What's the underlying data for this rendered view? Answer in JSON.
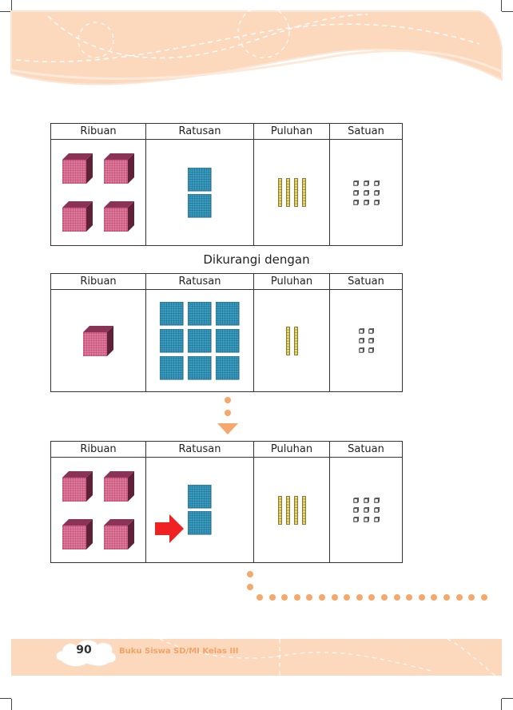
{
  "colors": {
    "accent_orange": "#f6a86a",
    "thousand_cube": "#c94f78",
    "hundred_flat": "#3a9fc4",
    "ten_rod": "#e7d86a",
    "unit_cube": "#555555",
    "red_arrow": "#ee2222"
  },
  "icons": [
    "thousand-cube-icon",
    "hundred-flat-icon",
    "ten-rod-icon",
    "unit-cube-icon",
    "arrow-down-icon",
    "red-arrow-right-icon"
  ],
  "table1": {
    "headers": [
      "Ribuan",
      "Ratusan",
      "Puluhan",
      "Satuan"
    ],
    "counts": {
      "ribuan": 4,
      "ratusan": 2,
      "puluhan": 4,
      "satuan": 9
    }
  },
  "subtitle": "Dikurangi dengan",
  "table2": {
    "headers": [
      "Ribuan",
      "Ratusan",
      "Puluhan",
      "Satuan"
    ],
    "counts": {
      "ribuan": 1,
      "ratusan": 9,
      "puluhan": 2,
      "satuan": 6
    }
  },
  "table3": {
    "headers": [
      "Ribuan",
      "Ratusan",
      "Puluhan",
      "Satuan"
    ],
    "counts": {
      "ribuan": 4,
      "ratusan": 2,
      "puluhan": 4,
      "satuan": 9
    }
  },
  "footer": {
    "page_number": "90",
    "book_title": "Buku Siswa SD/MI Kelas III"
  }
}
